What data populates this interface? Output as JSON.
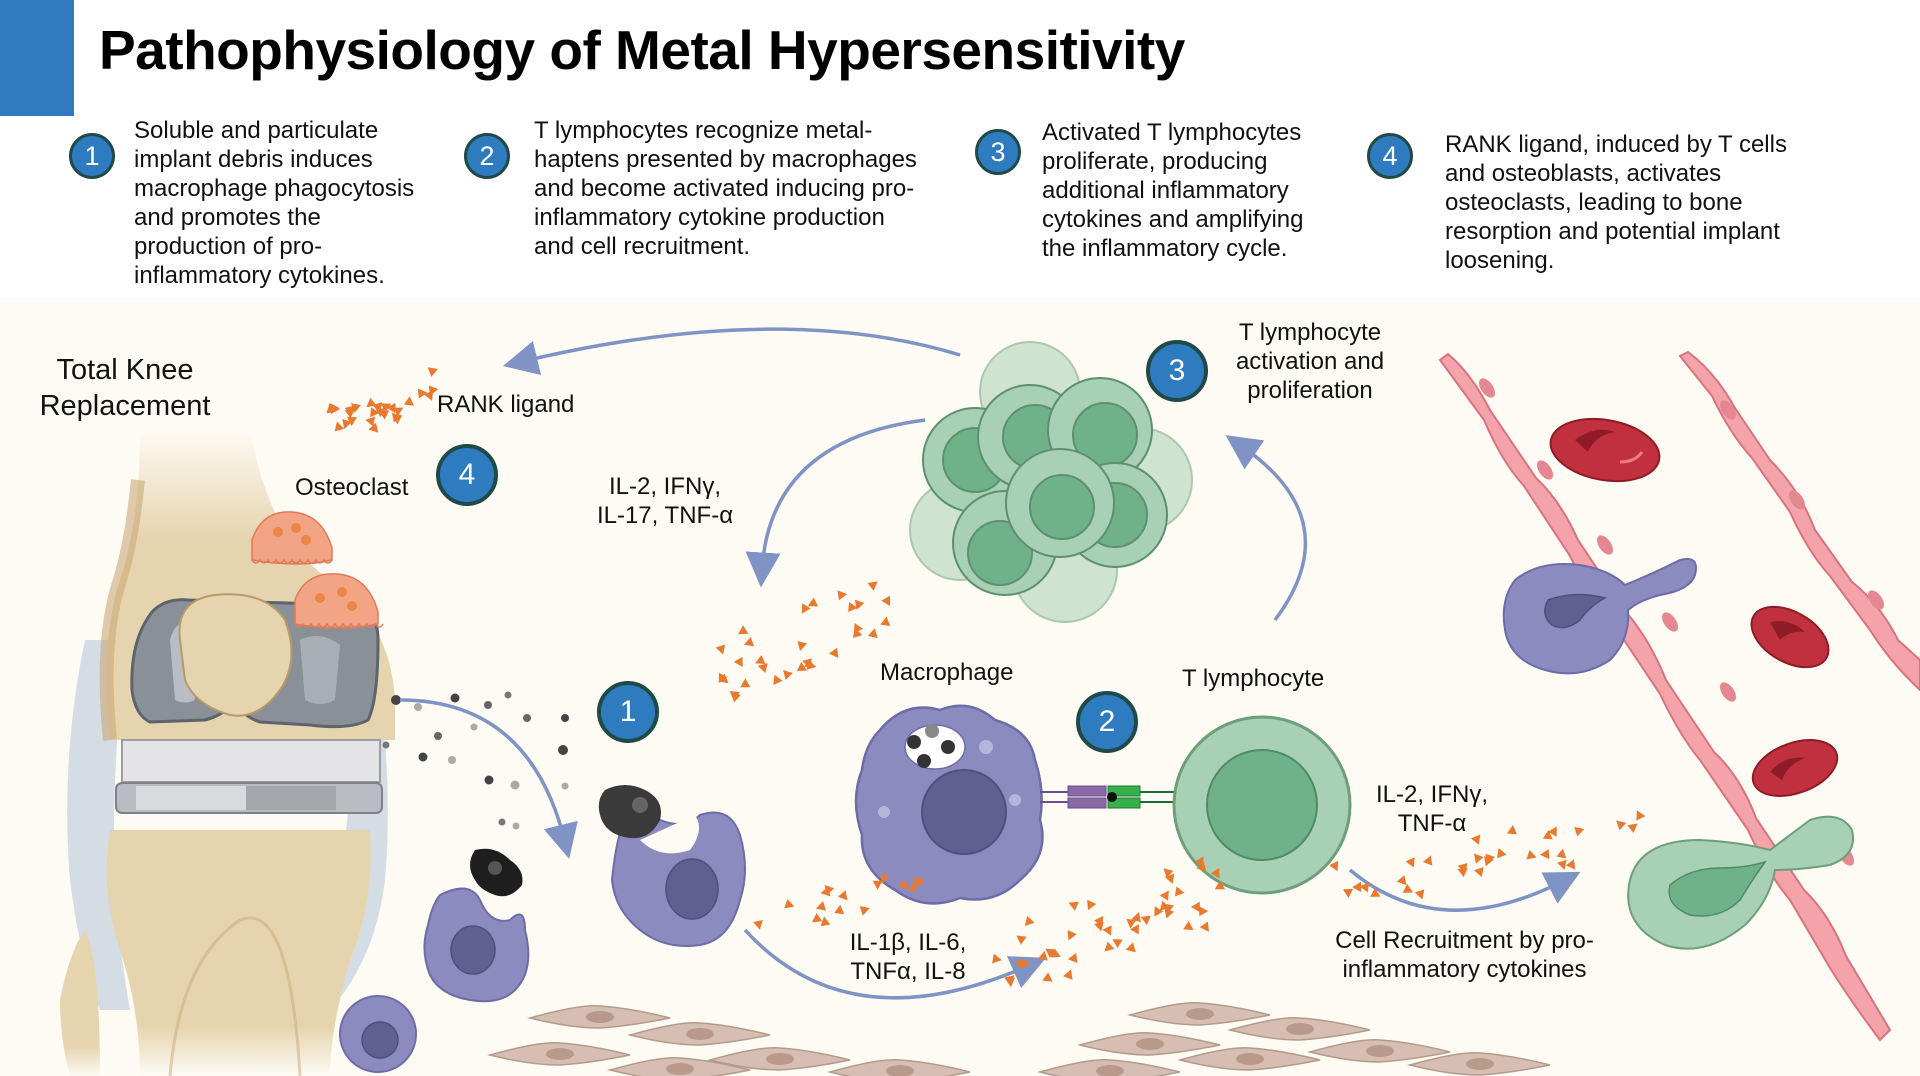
{
  "title": "Pathophysiology of Metal Hypersensitivity",
  "colors": {
    "accent_blue": "#2F7BC0",
    "badge_border": "#1F4A47",
    "macrophage": "#8B8BC0",
    "t_cell": "#A8D0B4",
    "cytokine": "#E8792E",
    "arrow": "#7F93C4",
    "osteoclast": "#F2A485",
    "bone": "#E6D4AE",
    "rbc": "#C0303E",
    "endothelium": "#F4A3AB",
    "background": "#FDFBF4"
  },
  "steps": [
    {
      "num": "1",
      "text": "Soluble and particulate\nimplant debris induces\nmacrophage phagocytosis\nand promotes the\nproduction of pro-\ninflammatory cytokines."
    },
    {
      "num": "2",
      "text": "T lymphocytes recognize metal-\nhaptens presented by macrophages\nand become activated inducing pro-\ninflammatory cytokine production\nand cell recruitment."
    },
    {
      "num": "3",
      "text": "Activated T lymphocytes\nproliferate, producing\nadditional inflammatory\ncytokines and amplifying\nthe inflammatory cycle."
    },
    {
      "num": "4",
      "text": "RANK ligand,  induced by T cells\nand osteoblasts,  activates\nosteoclasts, leading to bone\nresorption and potential implant\nloosening."
    }
  ],
  "diagram": {
    "knee_label": "Total Knee\nReplacement",
    "rank_label": "RANK ligand",
    "osteoclast_label": "Osteoclast",
    "tcell_cytokines_label": "IL-2, IFNγ,\nIL-17, TNF-α",
    "activation_label": "T lymphocyte\nactivation and\nproliferation",
    "macrophage_label": "Macrophage",
    "t_lymphocyte_label": "T lymphocyte",
    "tcell_secreted_label": "IL-2, IFNγ,\nTNF-α",
    "macrophage_cytokines_label": "IL-1β, IL-6,\nTNFα, IL-8",
    "recruitment_label": "Cell Recruitment by pro-\ninflammatory cytokines",
    "badges": {
      "one": "1",
      "two": "2",
      "three": "3",
      "four": "4"
    }
  }
}
